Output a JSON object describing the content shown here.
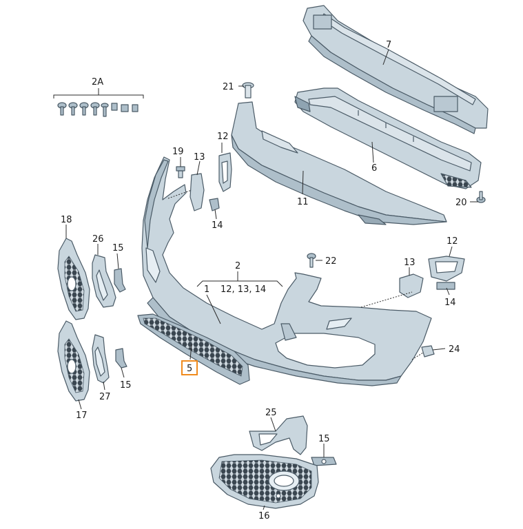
{
  "labels": {
    "l2A": "2A",
    "l7": "7",
    "l21": "21",
    "l12a": "12",
    "l19": "19",
    "l13a": "13",
    "l14a": "14",
    "l11": "11",
    "l6": "6",
    "l20": "20",
    "l18": "18",
    "l26": "26",
    "l15a": "15",
    "l2": "2",
    "l1": "1",
    "l121314": "12, 13, 14",
    "l22": "22",
    "l13b": "13",
    "l12b": "12",
    "l14b": "14",
    "l24": "24",
    "l5": "5",
    "l17": "17",
    "l27": "27",
    "l15b": "15",
    "l25": "25",
    "l15c": "15",
    "l16": "16"
  },
  "colors": {
    "part_fill": "#c9d6de",
    "part_shade": "#aebfca",
    "highlight": "#f08a1c"
  }
}
